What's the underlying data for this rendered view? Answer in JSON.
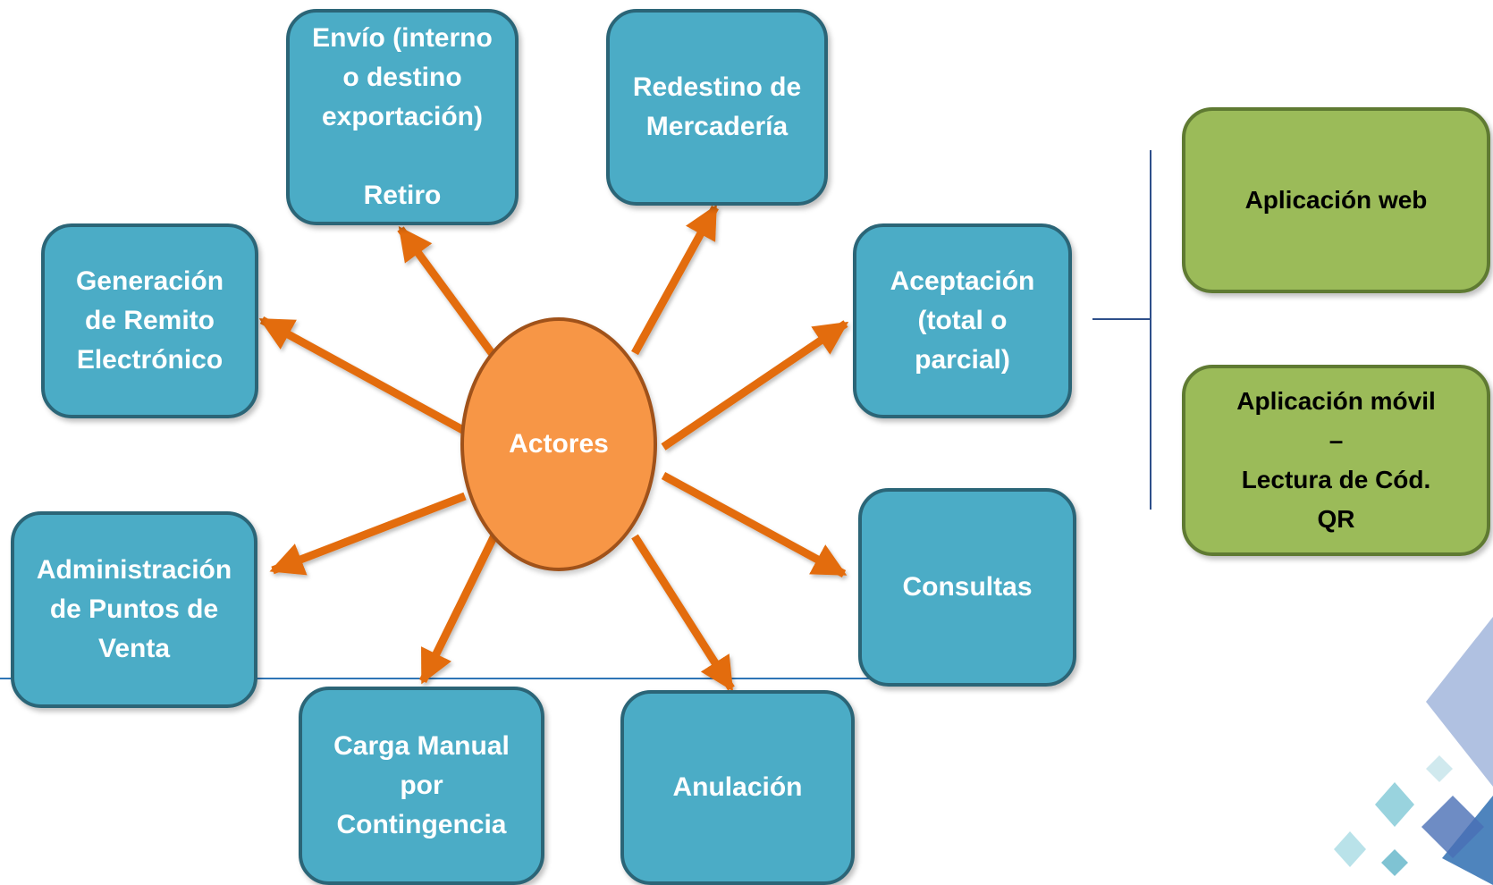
{
  "center": {
    "label": "Actores"
  },
  "nodes": {
    "envio": "Envío (interno\no destino\nexportación)\n\nRetiro",
    "redestino": "Redestino de\nMercadería",
    "generacion": "Generación\nde Remito\nElectrónico",
    "aceptacion": "Aceptación\n(total o\nparcial)",
    "administracion": "Administración\nde Puntos de\nVenta",
    "consultas": "Consultas",
    "carga": "Carga Manual\npor\nContingencia",
    "anulacion": "Anulación"
  },
  "apps": {
    "web": "Aplicación web",
    "movil": "Aplicación móvil\n–\nLectura de Cód.\nQR"
  },
  "colors": {
    "node_fill": "#4bacc6",
    "node_border": "#2b6577",
    "hub_fill": "#f79646",
    "arrow": "#e36c0a",
    "app_fill": "#9bbb59"
  }
}
